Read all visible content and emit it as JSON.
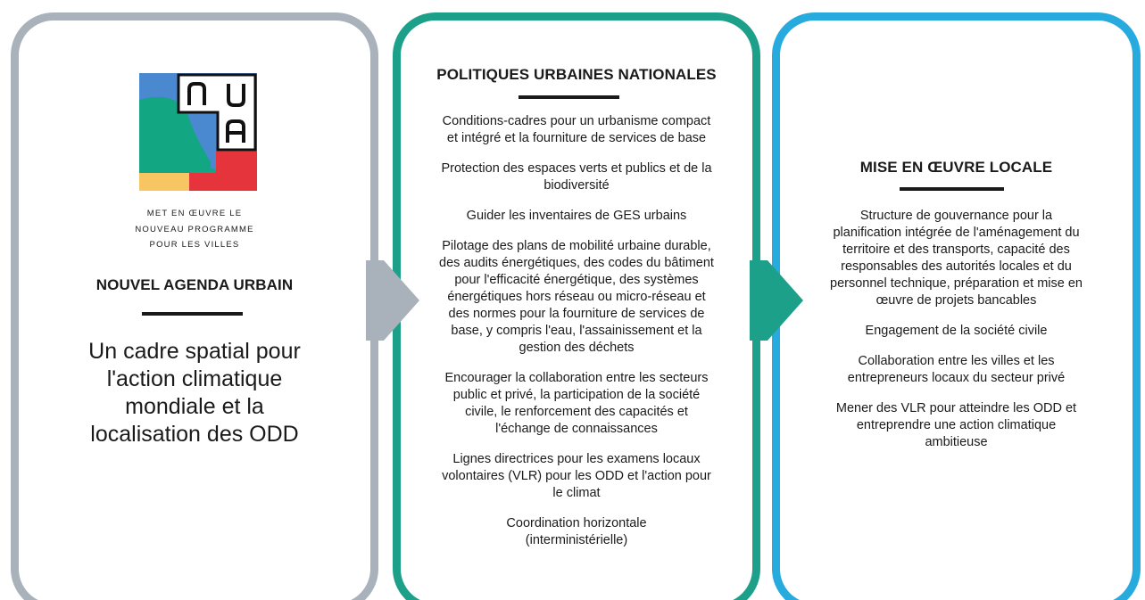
{
  "left_panel": {
    "logo": {
      "letters": [
        "N",
        "U",
        "A"
      ],
      "caption_lines": [
        "MET EN ŒUVRE LE",
        "NOUVEAU PROGRAMME",
        "POUR LES VILLES"
      ],
      "colors": {
        "blue": "#4a88cf",
        "green": "#13a683",
        "yellow": "#f7c663",
        "red": "#e5343c",
        "ink": "#111111"
      }
    },
    "heading": "NOUVEL AGENDA URBAIN",
    "title_lines": [
      "Un cadre spatial pour",
      "l'action climatique",
      "mondiale et la",
      "localisation des ODD"
    ]
  },
  "middle_panel": {
    "heading": "POLITIQUES URBAINES NATIONALES",
    "items": [
      "Conditions-cadres pour un urbanisme compact et intégré et la fourniture de services de base",
      "Protection des espaces verts et publics et de la biodiversité",
      "Guider les inventaires de GES urbains",
      "Pilotage des plans de mobilité urbaine durable, des audits énergétiques, des codes du bâtiment pour l'efficacité énergétique, des systèmes énergétiques hors réseau ou micro-réseau et des normes pour la fourniture de services de base, y compris l'eau, l'assainissement et la gestion des déchets",
      "Encourager la collaboration entre les secteurs public et privé, la participation de la société civile, le renforcement des capacités et l'échange de connaissances",
      "Lignes directrices pour les examens locaux volontaires (VLR) pour les ODD et l'action pour le climat",
      "Coordination horizontale (interministérielle)"
    ]
  },
  "right_panel": {
    "heading": "MISE EN ŒUVRE LOCALE",
    "items": [
      "Structure de gouvernance pour la planification intégrée de l'aménagement du territoire et des transports, capacité des responsables des autorités locales et du personnel technique, préparation et mise en œuvre de projets bancables",
      "Engagement de la société civile",
      "Collaboration entre les villes et les entrepreneurs locaux du secteur privé",
      "Mener des VLR pour atteindre les ODD et entreprendre une action climatique ambitieuse"
    ]
  },
  "colors": {
    "left_border": "#a9b2ba",
    "middle_border": "#1ca08a",
    "right_border": "#27aadd"
  }
}
